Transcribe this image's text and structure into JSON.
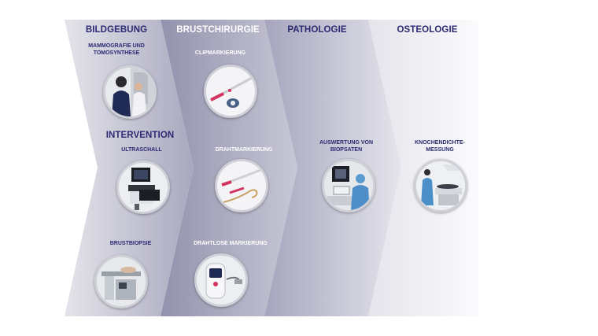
{
  "columns": {
    "bildgebung": "BILDGEBUNG",
    "brustchirurgie": "BRUSTCHIRURGIE",
    "pathologie": "PATHOLOGIE",
    "osteologie": "OSTEOLOGIE"
  },
  "intervention": "INTERVENTION",
  "items": {
    "mammografie": "MAMMOGRAFIE UND\nTOMOSYNTHESE",
    "ultraschall": "ULTRASCHALL",
    "brustbiopsie": "BRUSTBIOPSIE",
    "clipmarkierung": "CLIPMARKIERUNG",
    "drahtmarkierung": "DRAHTMARKIERUNG",
    "drahtlose": "DRAHTLOSE MARKIERUNG",
    "auswertung": "AUSWERTUNG VON\nBIOPSATEN",
    "knochendichte": "KNOCHENDICHTE-\nMESSUNG"
  },
  "colors": {
    "navy_text": "#2b2a73",
    "panel_dark": "#9b9ab3",
    "panel_light": "#e9e9ef"
  }
}
